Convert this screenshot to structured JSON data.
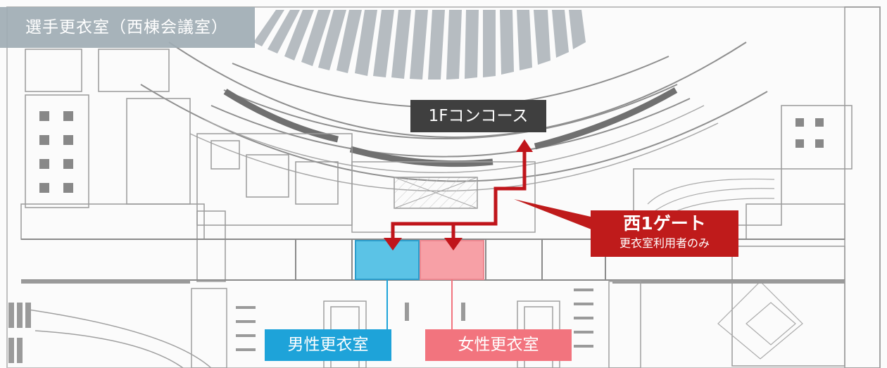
{
  "title": "選手更衣室（西棟会議室）",
  "concourse_label": "1Fコンコース",
  "gate": {
    "name": "西1ゲート",
    "note": "更衣室利用者のみ"
  },
  "rooms": {
    "men": "男性更衣室",
    "women": "女性更衣室"
  },
  "colors": {
    "men": "#5bc3e6",
    "men_label": "#1ea3d9",
    "women": "#f7a0a6",
    "women_label": "#f2747e",
    "route": "#c0151b",
    "concourse_label": "#3f3f3f",
    "title_box": "#a0acb4",
    "plan_lines": "#9a9a9a"
  }
}
